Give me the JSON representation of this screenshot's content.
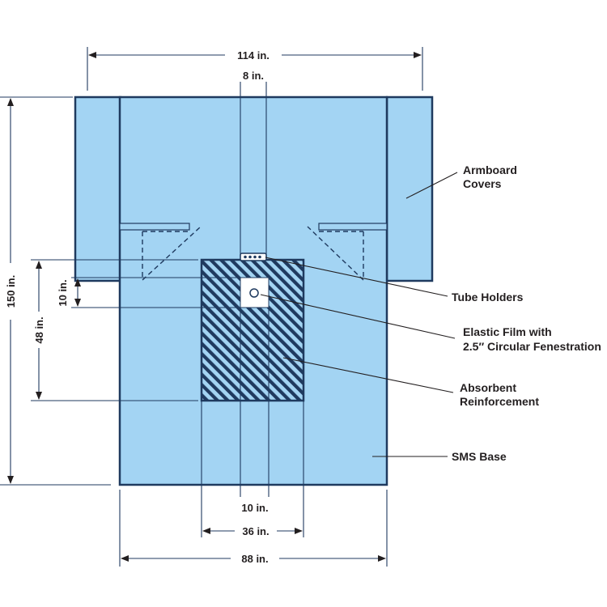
{
  "colors": {
    "drape": "#a3d4f3",
    "ink": "#1f3a5f",
    "text": "#231f20",
    "film": "#ffffff"
  },
  "dimensions": {
    "overall_width": "114 in.",
    "tube_gap": "8 in.",
    "overall_length": "150 in.",
    "reinforcement_length": "48 in.",
    "fenestration_offset": "10 in.",
    "film_width": "10 in.",
    "reinforcement_width": "36 in.",
    "base_width": "88 in."
  },
  "callouts": {
    "armboard_line1": "Armboard",
    "armboard_line2": "Covers",
    "tube_holders": "Tube Holders",
    "elastic_line1": "Elastic Film with",
    "elastic_line2": "2.5″ Circular Fenestration",
    "absorbent_line1": "Absorbent",
    "absorbent_line2": "Reinforcement",
    "sms_base": "SMS Base"
  }
}
